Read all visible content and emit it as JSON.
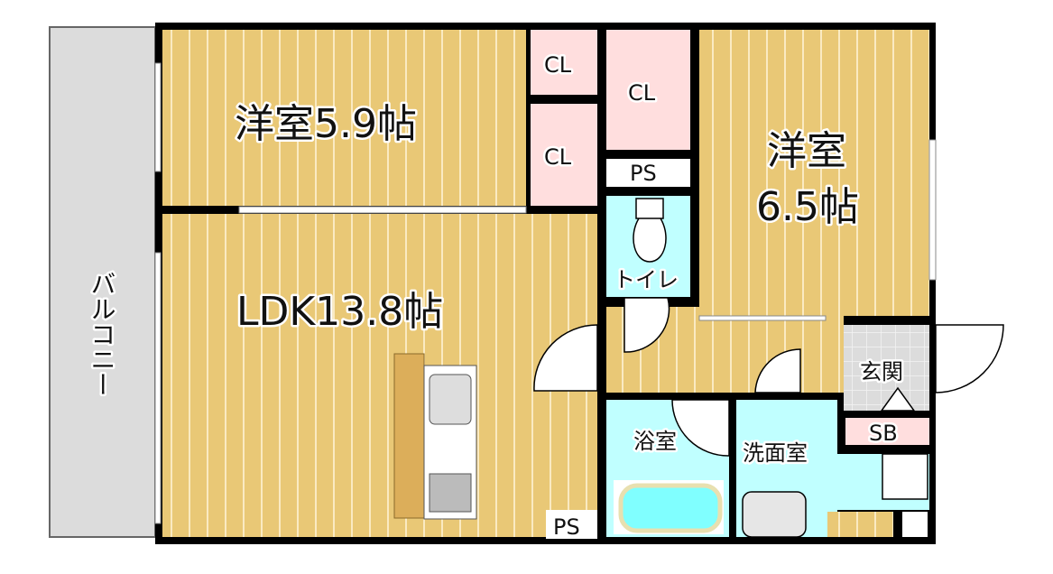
{
  "rooms": {
    "western_room_1": "洋室5.9帖",
    "western_room_2_line1": "洋室",
    "western_room_2_line2": "6.5帖",
    "ldk": "LDK13.8帖",
    "closet_1": "CL",
    "closet_2": "CL",
    "closet_3": "CL",
    "pipe_space_1": "PS",
    "pipe_space_2": "PS",
    "toilet": "トイレ",
    "bathroom": "浴室",
    "washroom": "洗面室",
    "entrance": "玄関",
    "shoe_box": "SB",
    "balcony": "バルコニー"
  },
  "colors": {
    "floor_wood": "#e9c876",
    "closet": "#ffdede",
    "wet_area": "#c0ffff",
    "entrance_tile": "#dcdcdc",
    "wall": "#000000"
  }
}
